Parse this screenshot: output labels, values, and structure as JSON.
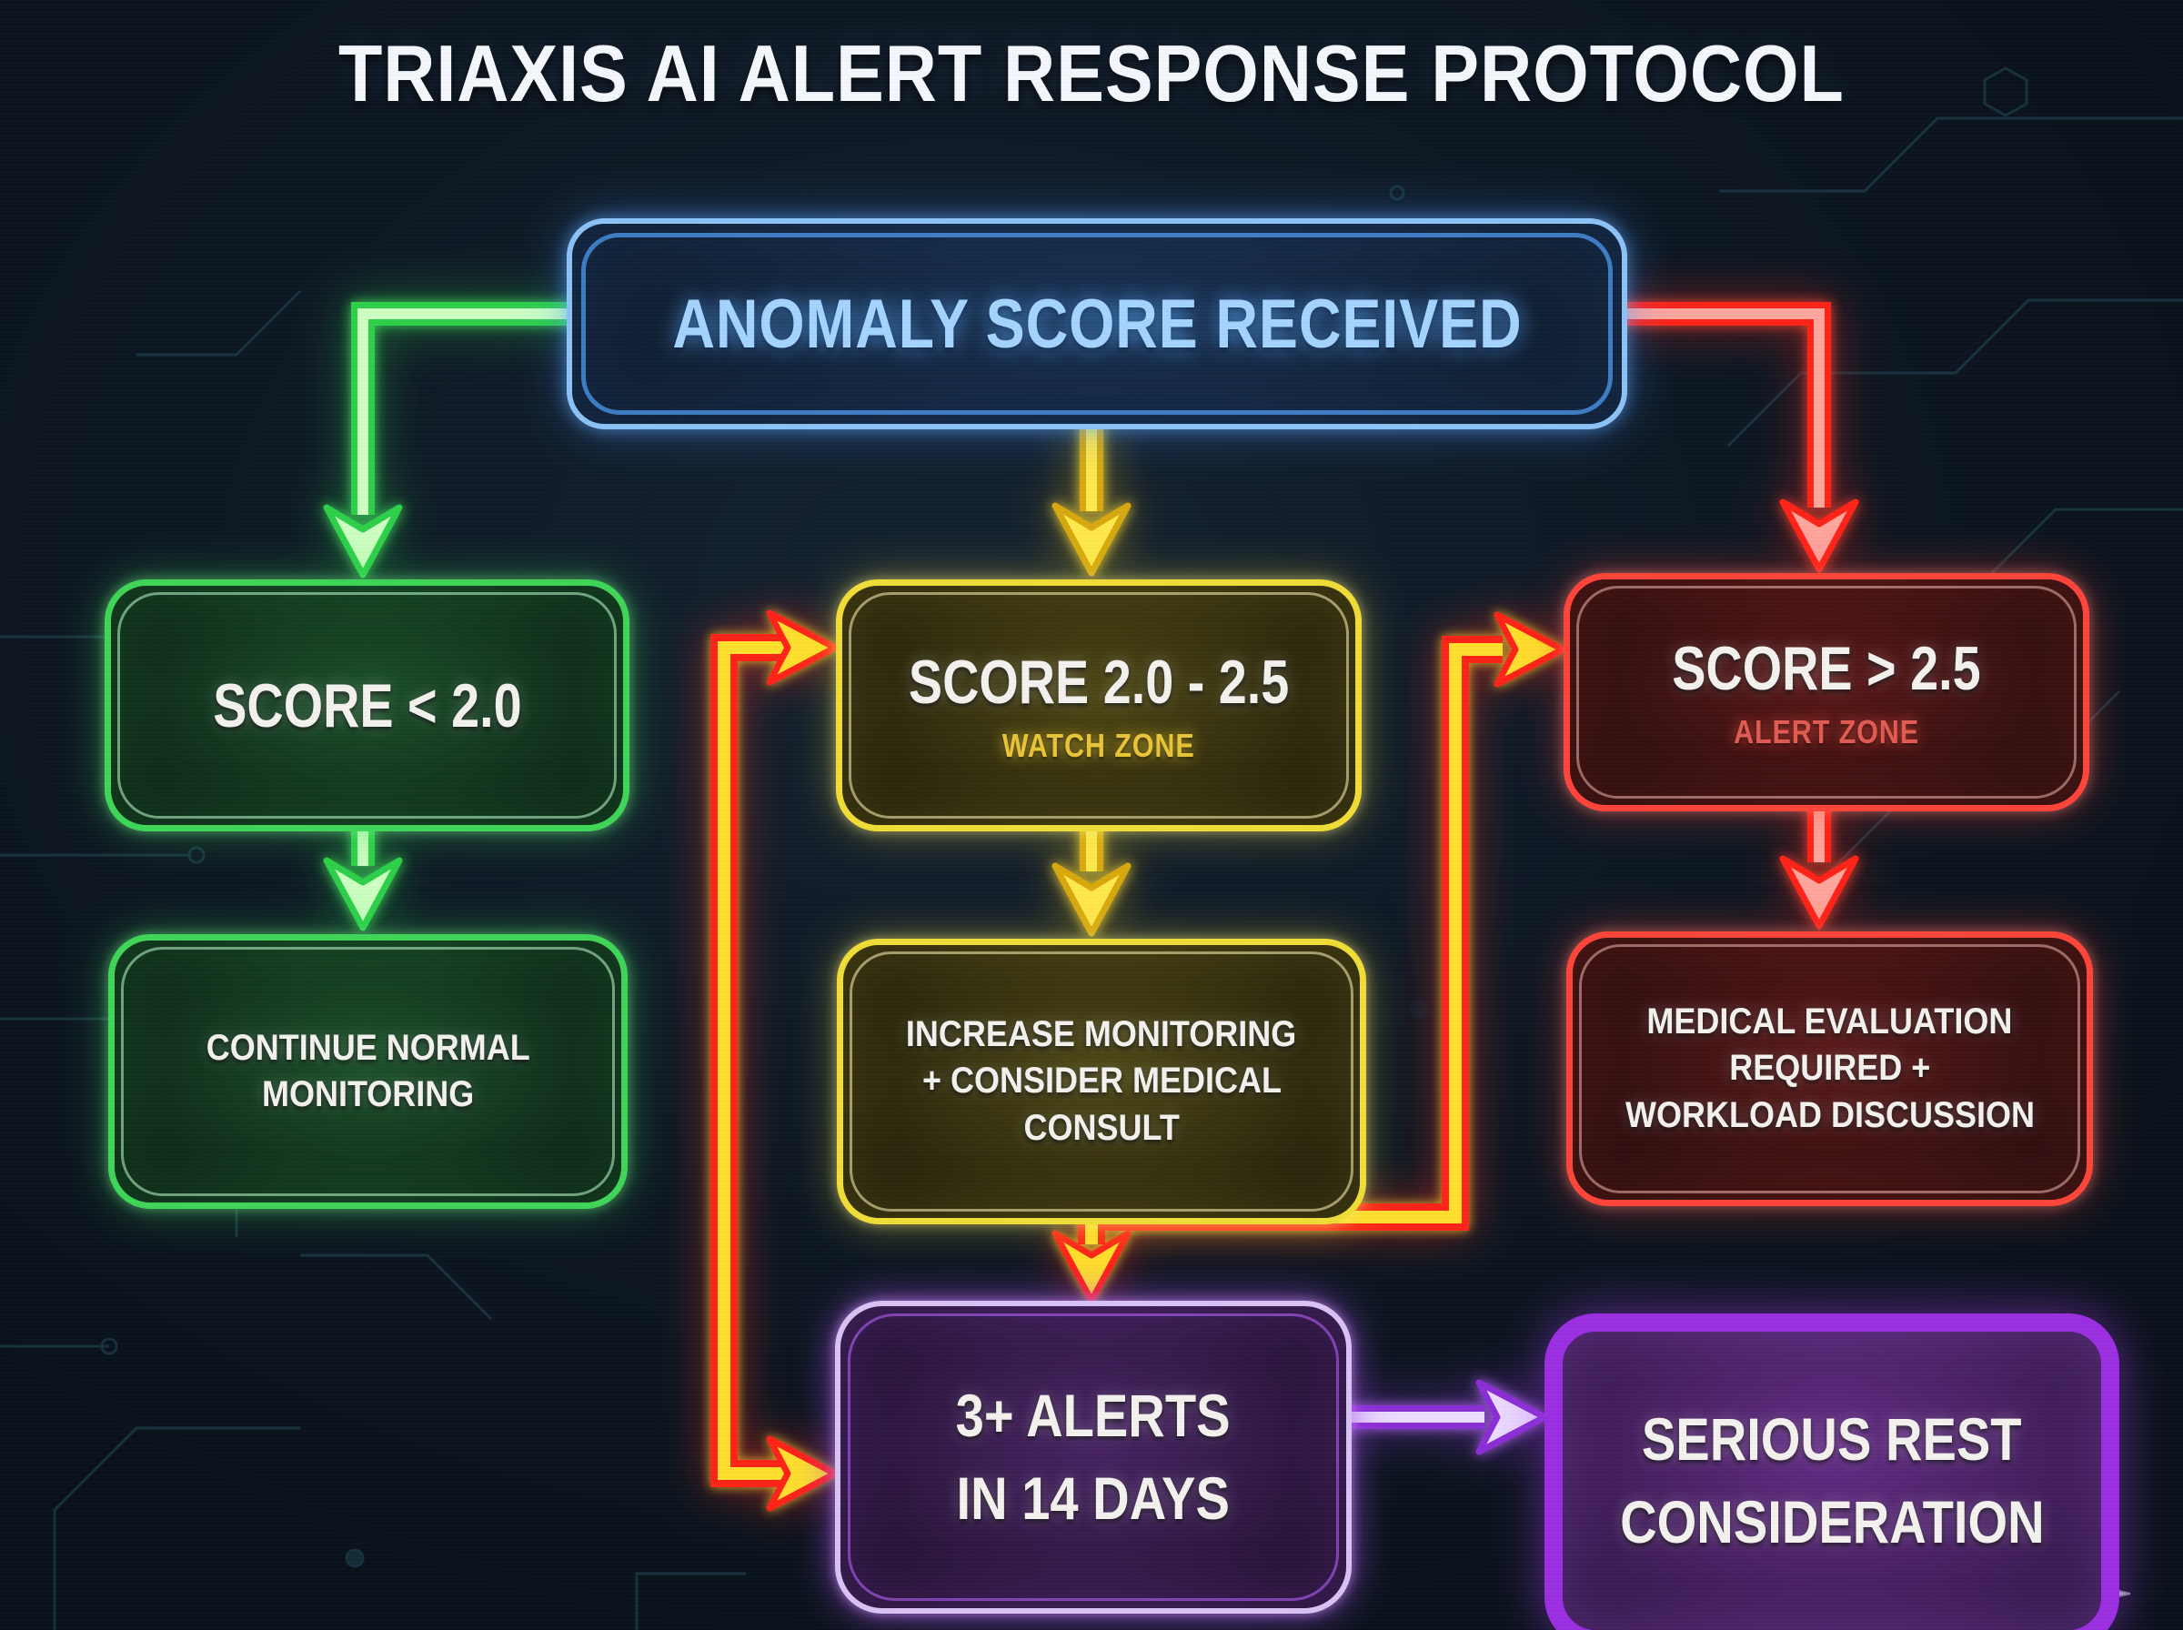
{
  "title": "TRIAXIS AI ALERT RESPONSE PROTOCOL",
  "nodes": {
    "start": {
      "label": "ANOMALY SCORE RECEIVED"
    },
    "score_low": {
      "label": "SCORE < 2.0"
    },
    "score_watch": {
      "label": "SCORE 2.0 - 2.5",
      "zone": "WATCH ZONE"
    },
    "score_alert": {
      "label": "SCORE > 2.5",
      "zone": "ALERT ZONE"
    },
    "action_low": {
      "line1": "CONTINUE NORMAL",
      "line2": "MONITORING"
    },
    "action_watch": {
      "line1": "INCREASE MONITORING",
      "line2": "+ CONSIDER MEDICAL",
      "line3": "CONSULT"
    },
    "action_alert": {
      "line1": "MEDICAL EVALUATION",
      "line2": "REQUIRED +",
      "line3": "WORKLOAD DISCUSSION"
    },
    "alerts": {
      "line1": "3+ ALERTS",
      "line2": "IN 14 DAYS"
    },
    "rest": {
      "line1": "SERIOUS REST",
      "line2": "CONSIDERATION"
    }
  },
  "colors": {
    "background": "#0d1722",
    "blue": "#8cc2f7",
    "blue_text": "#a4d4ff",
    "green": "#3fd658",
    "yellow": "#f1dd38",
    "red": "#ff453a",
    "purple": "#9b2fe2",
    "watch_zone_text": "#e9c438",
    "alert_zone_text": "#e25b52",
    "text": "#f4f2ee"
  }
}
